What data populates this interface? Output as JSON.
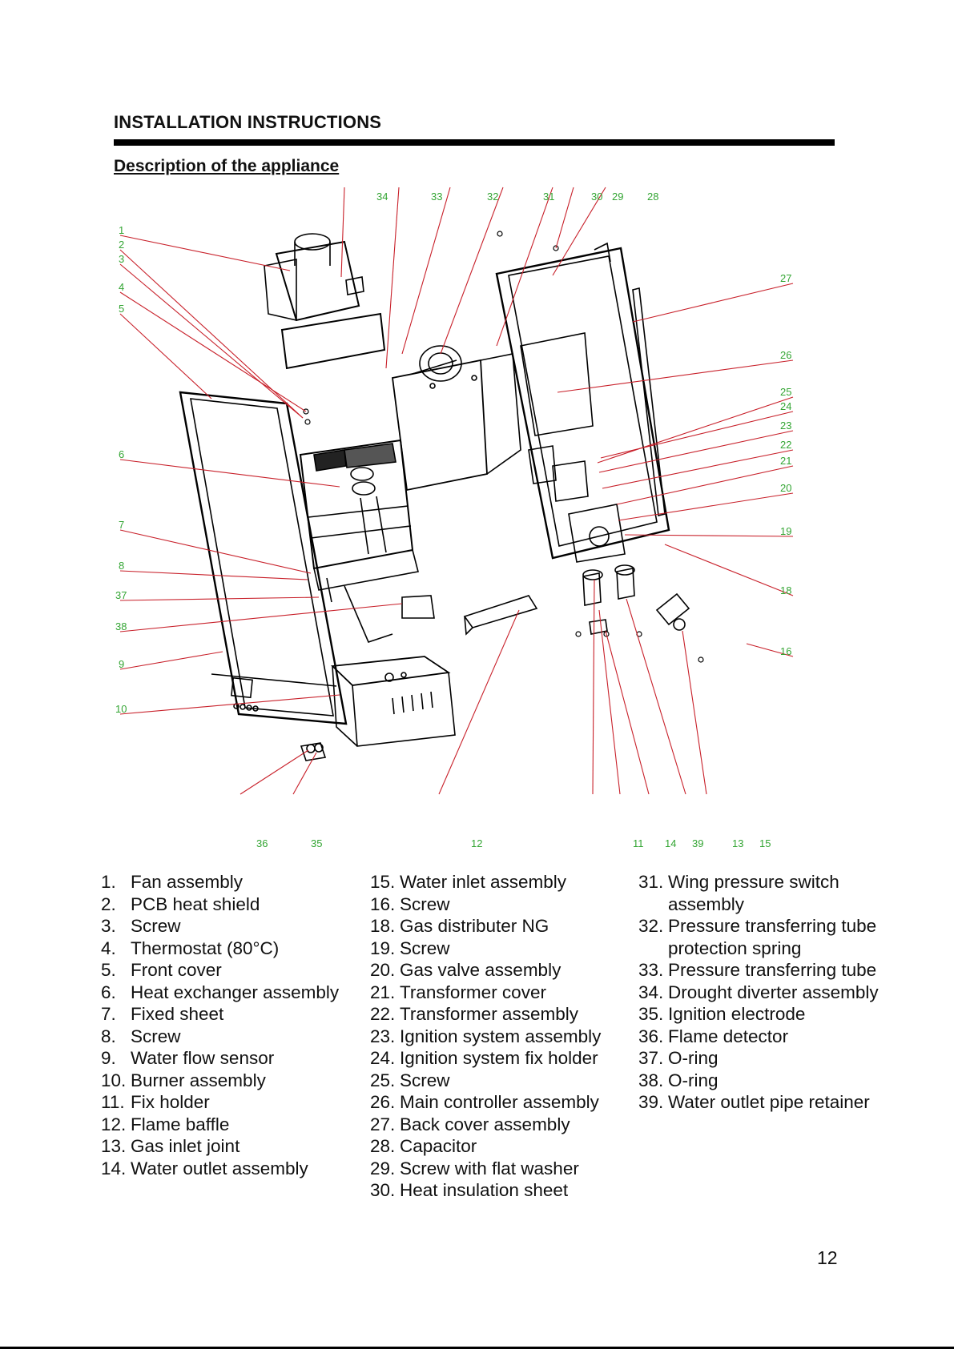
{
  "header": {
    "title": "INSTALLATION INSTRUCTIONS"
  },
  "section": {
    "title": "Description of the appliance"
  },
  "diagram": {
    "callout_color": "#c8202a",
    "number_color": "#33a533",
    "callouts": [
      "1",
      "2",
      "3",
      "4",
      "5",
      "6",
      "7",
      "8",
      "37",
      "38",
      "9",
      "10",
      "27",
      "26",
      "25",
      "24",
      "23",
      "22",
      "21",
      "20",
      "19",
      "18",
      "16",
      "34",
      "33",
      "32",
      "31",
      "30",
      "29",
      "28",
      "36",
      "35",
      "12",
      "11",
      "14",
      "39",
      "13",
      "15"
    ]
  },
  "parts": {
    "col1": [
      {
        "num": "1.",
        "label": "Fan assembly"
      },
      {
        "num": "2.",
        "label": "PCB heat shield"
      },
      {
        "num": "3.",
        "label": "Screw"
      },
      {
        "num": "4.",
        "label": "Thermostat (80°C)"
      },
      {
        "num": "5.",
        "label": "Front cover"
      },
      {
        "num": "6.",
        "label": "Heat exchanger assembly"
      },
      {
        "num": "7.",
        "label": "Fixed sheet"
      },
      {
        "num": "8.",
        "label": "Screw"
      },
      {
        "num": "9.",
        "label": "Water flow sensor"
      },
      {
        "num": "10.",
        "label": "Burner assembly"
      },
      {
        "num": "11.",
        "label": "Fix holder"
      },
      {
        "num": "12.",
        "label": "Flame baffle"
      },
      {
        "num": "13.",
        "label": "Gas inlet joint"
      },
      {
        "num": "14.",
        "label": "Water outlet assembly"
      }
    ],
    "col2": [
      {
        "num": "15.",
        "label": "Water inlet assembly"
      },
      {
        "num": "16.",
        "label": "Screw"
      },
      {
        "num": "18.",
        "label": "Gas distributer NG"
      },
      {
        "num": "19.",
        "label": "Screw"
      },
      {
        "num": "20.",
        "label": "Gas valve assembly"
      },
      {
        "num": "21.",
        "label": "Transformer cover"
      },
      {
        "num": "22.",
        "label": "Transformer assembly"
      },
      {
        "num": "23.",
        "label": "Ignition system assembly"
      },
      {
        "num": "24.",
        "label": "Ignition system fix holder"
      },
      {
        "num": "25.",
        "label": "Screw"
      },
      {
        "num": "26.",
        "label": "Main controller assembly"
      },
      {
        "num": "27.",
        "label": "Back cover assembly"
      },
      {
        "num": "28.",
        "label": "Capacitor"
      },
      {
        "num": "29.",
        "label": "Screw with flat washer"
      },
      {
        "num": "30.",
        "label": "Heat insulation sheet"
      }
    ],
    "col3": [
      {
        "num": "31.",
        "label": "Wing pressure switch assembly"
      },
      {
        "num": "32.",
        "label": "Pressure transferring tube protection spring"
      },
      {
        "num": "33.",
        "label": "Pressure transferring tube"
      },
      {
        "num": "34.",
        "label": "Drought diverter assembly"
      },
      {
        "num": "35.",
        "label": "Ignition electrode"
      },
      {
        "num": "36.",
        "label": "Flame detector"
      },
      {
        "num": "37.",
        "label": "O-ring"
      },
      {
        "num": "38.",
        "label": "O-ring"
      },
      {
        "num": "39.",
        "label": "Water outlet pipe retainer"
      }
    ]
  },
  "page": {
    "number": "12"
  }
}
